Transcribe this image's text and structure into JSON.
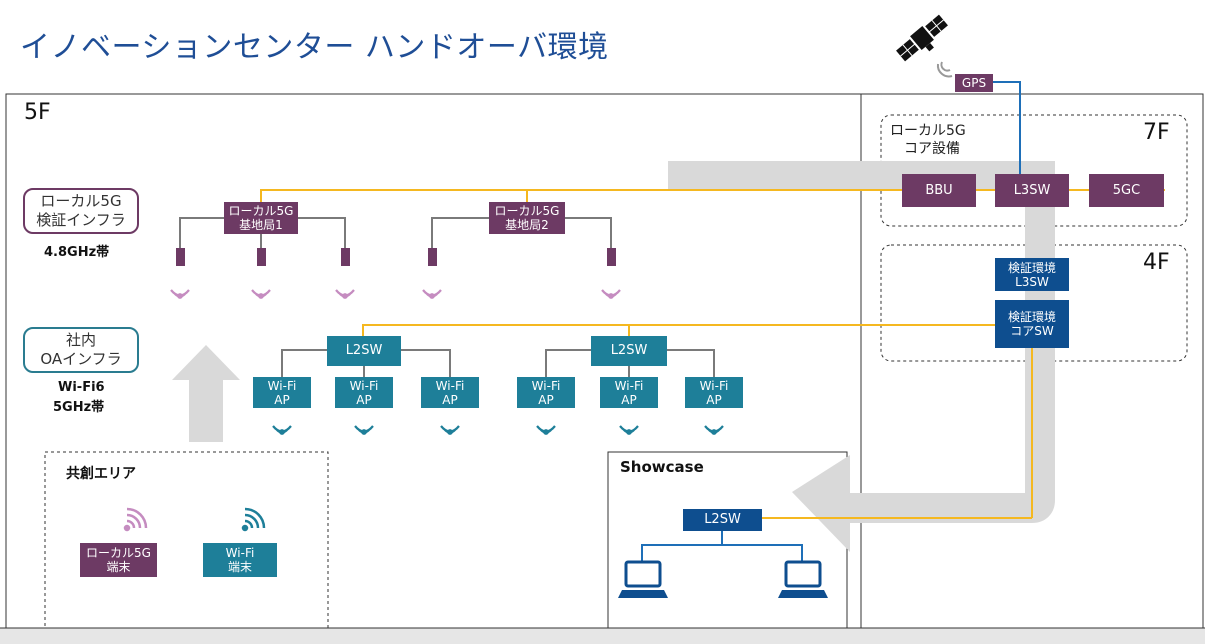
{
  "title": "イノベーションセンター ハンドオーバ環境",
  "floors": {
    "f5": "5F",
    "f7": "7F",
    "f4": "4F"
  },
  "core7f": {
    "line1": "ローカル5G",
    "line2": "コア設備"
  },
  "gps": "GPS",
  "bbu": "BBU",
  "l3sw": "L3SW",
  "gc5": "5GC",
  "env_l3sw": {
    "line1": "検証環境",
    "line2": "L3SW"
  },
  "env_core": {
    "line1": "検証環境",
    "line2": "コアSW"
  },
  "infra5g": {
    "line1": "ローカル5G",
    "line2": "検証インフラ",
    "band": "4.8GHz帯"
  },
  "infraoa": {
    "line1": "社内",
    "line2": "OAインフラ",
    "band1": "Wi-Fi6",
    "band2": "5GHz帯"
  },
  "bs1": {
    "line1": "ローカル5G",
    "line2": "基地局1"
  },
  "bs2": {
    "line1": "ローカル5G",
    "line2": "基地局2"
  },
  "l2sw": "L2SW",
  "ap": {
    "line1": "Wi-Fi",
    "line2": "AP"
  },
  "cocreation": {
    "title": "共創エリア",
    "l5g_term": {
      "line1": "ローカル5G",
      "line2": "端末"
    },
    "wifi_term": {
      "line1": "Wi-Fi",
      "line2": "端末"
    }
  },
  "showcase": {
    "title": "Showcase",
    "l2sw": "L2SW"
  },
  "colors": {
    "purple": "#6d3a64",
    "teal": "#1e7f99",
    "blue": "#0e4e8f",
    "yellow": "#f5b820",
    "gray_arrow": "#d9d9d9",
    "signal_purple": "#c58cc0",
    "signal_teal": "#1e7f99"
  }
}
